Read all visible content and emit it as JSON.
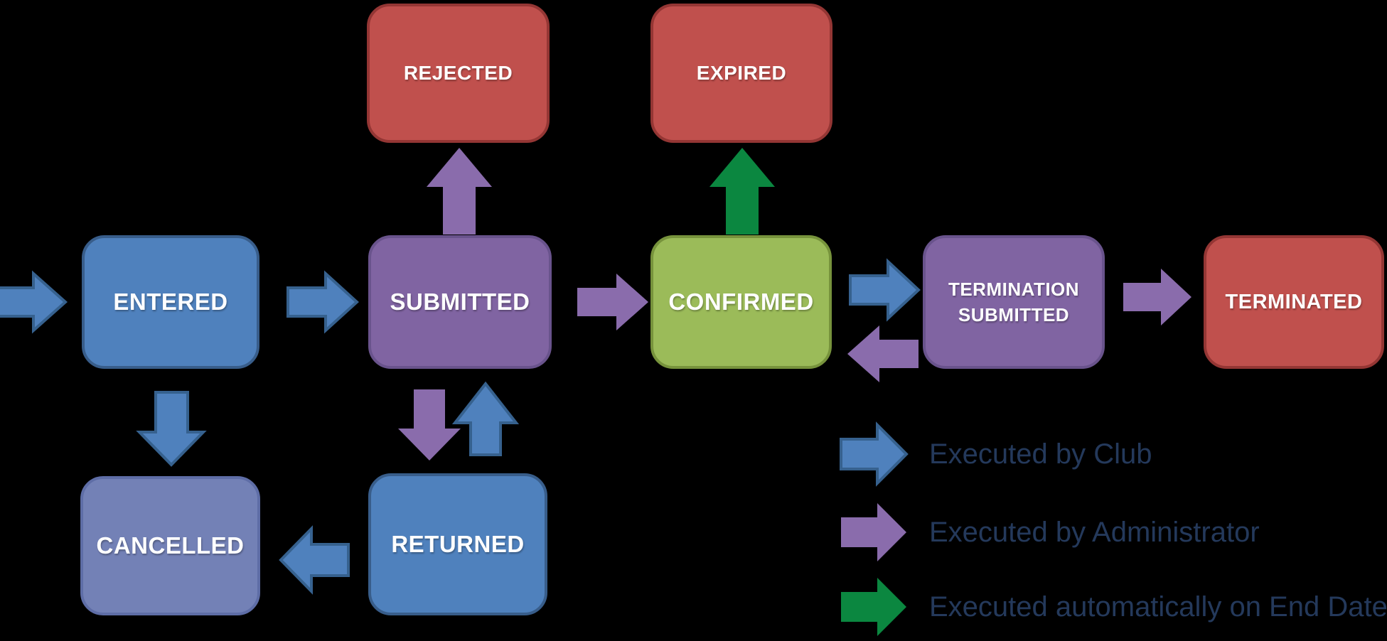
{
  "diagram_title": "",
  "colors": {
    "background": "#000000",
    "box_blue_fill": "#4F81BD",
    "box_blue_border": "#385D8A",
    "box_slate_fill": "#7381B6",
    "box_slate_border": "#5E6DA6",
    "box_purple_fill": "#8064A2",
    "box_purple_border": "#69538C",
    "box_green_fill": "#9BBB59",
    "box_green_border": "#77933C",
    "box_red_fill": "#C0504D",
    "box_red_border": "#943634",
    "arrow_blue_fill": "#4F81BD",
    "arrow_blue_border": "#36618E",
    "arrow_purple_fill": "#8A6CAC",
    "arrow_green_fill": "#0B8740",
    "node_text": "#FFFFFF",
    "legend_text": "#24395B"
  },
  "nodes": [
    {
      "id": "rejected",
      "label": "REJECTED",
      "color_role": "red"
    },
    {
      "id": "expired",
      "label": "EXPIRED",
      "color_role": "red"
    },
    {
      "id": "entered",
      "label": "ENTERED",
      "color_role": "blue"
    },
    {
      "id": "submitted",
      "label": "SUBMITTED",
      "color_role": "purple"
    },
    {
      "id": "confirmed",
      "label": "CONFIRMED",
      "color_role": "green"
    },
    {
      "id": "termination_submitted",
      "label": "TERMINATION SUBMITTED",
      "color_role": "purple"
    },
    {
      "id": "terminated",
      "label": "TERMINATED",
      "color_role": "red"
    },
    {
      "id": "cancelled",
      "label": "CANCELLED",
      "color_role": "slate"
    },
    {
      "id": "returned",
      "label": "RETURNED",
      "color_role": "blue"
    }
  ],
  "edges": [
    {
      "from": "start",
      "to": "entered",
      "executed_by": "Club"
    },
    {
      "from": "entered",
      "to": "submitted",
      "executed_by": "Club"
    },
    {
      "from": "entered",
      "to": "cancelled",
      "executed_by": "Club"
    },
    {
      "from": "submitted",
      "to": "rejected",
      "executed_by": "Administrator"
    },
    {
      "from": "submitted",
      "to": "confirmed",
      "executed_by": "Administrator"
    },
    {
      "from": "submitted",
      "to": "returned",
      "executed_by": "Administrator"
    },
    {
      "from": "returned",
      "to": "submitted",
      "executed_by": "Club"
    },
    {
      "from": "returned",
      "to": "cancelled",
      "executed_by": "Club"
    },
    {
      "from": "confirmed",
      "to": "expired",
      "executed_by": "Automatically on End Date"
    },
    {
      "from": "confirmed",
      "to": "termination_submitted",
      "executed_by": "Club"
    },
    {
      "from": "termination_submitted",
      "to": "confirmed",
      "executed_by": "Administrator"
    },
    {
      "from": "termination_submitted",
      "to": "terminated",
      "executed_by": "Administrator"
    }
  ],
  "legend": {
    "items": [
      {
        "arrow": "blue",
        "label": "Executed by Club"
      },
      {
        "arrow": "purple",
        "label": "Executed by Administrator"
      },
      {
        "arrow": "green",
        "label": "Executed automatically on End Date"
      }
    ]
  }
}
